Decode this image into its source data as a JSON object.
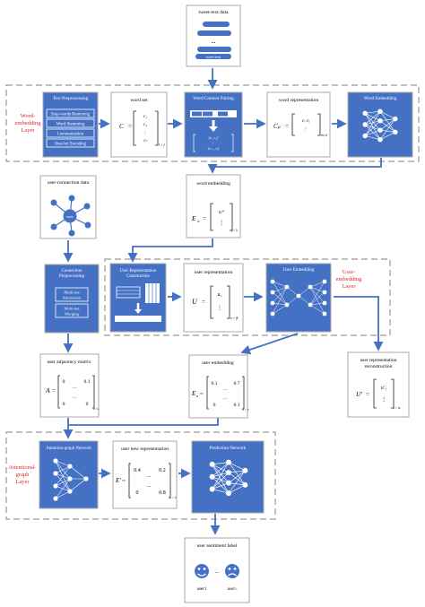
{
  "colors": {
    "blue": "#4471c4",
    "border": "#9a9a9a",
    "red": "#e0271f",
    "dashed": "#999999"
  },
  "layers": {
    "word_embedding": [
      "Word-",
      "embedding",
      "Layer"
    ],
    "user_embedding": [
      "User-",
      "embedding",
      "Layer"
    ],
    "attentional_graph": [
      "Attentional-",
      "graph",
      "Layer"
    ]
  },
  "tweet_text": {
    "title": "tweet-text data",
    "card_label": "tweet text",
    "dots": "..."
  },
  "text_preprocessing": {
    "title": "Text Preprocessing",
    "steps": [
      "Stop-words Removing",
      "Word Stemming",
      "Lemmatization",
      "One-hot Encoding"
    ]
  },
  "word_set": {
    "title": "word set",
    "var": "C",
    "equals": "=",
    "entries": [
      "c₁",
      "c₂",
      "⋮",
      "cₗ"
    ],
    "subscript": "l × f"
  },
  "word_content_pairing": {
    "title": "Word Content Pairing",
    "dots": "...",
    "matrix_rows": [
      "[c₁  c₂]",
      "⋮",
      "[cₗ₋₁  cₗ]"
    ]
  },
  "word_representation": {
    "title": "word representation",
    "var": "Cₚ",
    "equals": "=",
    "entries": [
      "cᵢ   cⱼ",
      "⋮"
    ],
    "subscript": "m×2"
  },
  "word_embedding_block": {
    "title": "Word Embedding"
  },
  "word_embedding_out": {
    "title": "word embedding",
    "var": "E",
    "var_sub": "w",
    "equals": "=",
    "entries": [
      "eᵢʷ",
      "⋮"
    ],
    "subscript": "f × k"
  },
  "user_connection": {
    "title": "user-connection data",
    "center": "user"
  },
  "connection_preprocessing": {
    "title": [
      "Connection",
      "Preprocessing"
    ],
    "steps": [
      [
        "Multi-net",
        "Alternation"
      ],
      [
        "Multi-net",
        "Merging"
      ]
    ]
  },
  "user_rep_construction": {
    "title": [
      "User Representation",
      "Construction"
    ]
  },
  "user_representation": {
    "title": "user representation",
    "var": "U",
    "equals": "=",
    "entries": [
      "u₁",
      "⋮"
    ],
    "subscript": "n × fk"
  },
  "user_embedding_block": {
    "title": "User Embedding"
  },
  "user_adjacency": {
    "title": "user adjacency matrix",
    "var": "A",
    "equals": "=",
    "rows": [
      [
        "0",
        "...",
        "0.1"
      ],
      [
        "",
        "...",
        ""
      ],
      [
        "0",
        "...",
        "0"
      ]
    ],
    "subscript": "n×n"
  },
  "user_embedding_out": {
    "title": "user embedding",
    "var": "E",
    "var_sub": "u",
    "equals": "=",
    "rows": [
      [
        "0.1",
        "...",
        "0.7"
      ],
      [
        "",
        "...",
        ""
      ],
      [
        "0",
        "...",
        "0.1"
      ]
    ],
    "subscript": "n × f'"
  },
  "user_rep_reconstruction": {
    "title": [
      "user representation",
      "reconstruction"
    ],
    "var": "U'",
    "equals": "=",
    "entries": [
      "u'₁",
      "⋮"
    ],
    "subscript": "n × fk"
  },
  "attention_graph": {
    "title": "Attention-graph Network"
  },
  "user_new_rep": {
    "title": "user new representation",
    "var": "E'",
    "equals": "=",
    "rows": [
      [
        "0.4",
        "...",
        "0.2"
      ],
      [
        "",
        "...",
        ""
      ],
      [
        "0",
        "...",
        "0.8"
      ]
    ],
    "subscript": "n × f'"
  },
  "prediction_network": {
    "title": "Prediction Network"
  },
  "sentiment": {
    "title": "user sentiment label",
    "users": [
      "user1",
      "userₙ"
    ],
    "dots": "..."
  }
}
